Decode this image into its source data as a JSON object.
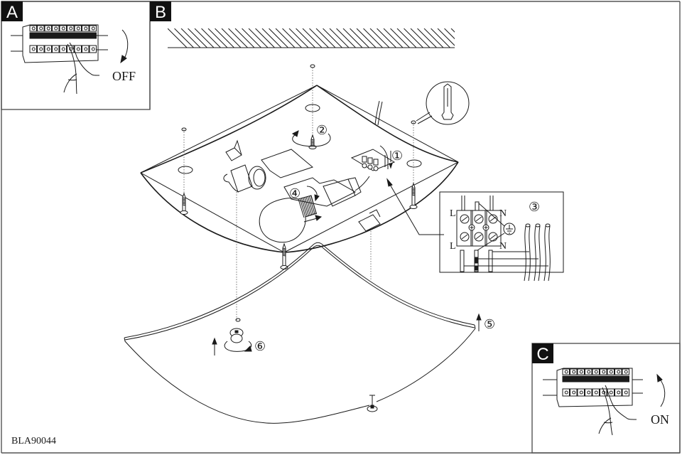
{
  "document": {
    "model_code": "BLA90044"
  },
  "panels": {
    "A": {
      "label": "A",
      "action": "OFF"
    },
    "B": {
      "label": "B"
    },
    "C": {
      "label": "C",
      "action": "ON"
    }
  },
  "steps": [
    "①",
    "②",
    "③",
    "④",
    "⑤",
    "⑥"
  ],
  "wiring": {
    "terminal_labels": [
      "L",
      "N",
      "L",
      "N"
    ],
    "earth_symbol": "⏚"
  },
  "colors": {
    "line": "#1a1a1a",
    "frame": "#555555",
    "label_bg": "#111111",
    "label_fg": "#ffffff"
  }
}
